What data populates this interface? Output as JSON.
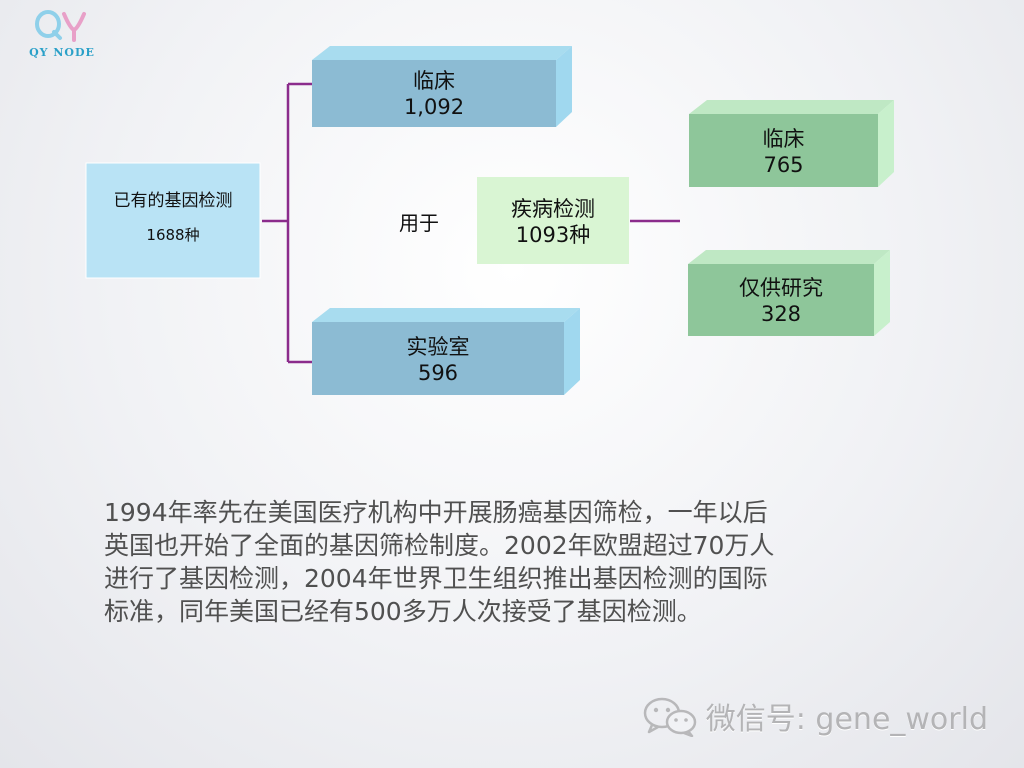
{
  "logo": {
    "text": "QY NODE"
  },
  "diagram": {
    "root": {
      "title": "已有的基因检测",
      "count": "1688种"
    },
    "clinical_lab": {
      "title": "临床",
      "count": "1,092"
    },
    "lab": {
      "title": "实验室",
      "count": "596"
    },
    "used_for": "用于",
    "disease": {
      "title": "疾病检测",
      "count": "1093种"
    },
    "clinical_use": {
      "title": "临床",
      "count": "765"
    },
    "research_only": {
      "title": "仅供研究",
      "count": "328"
    }
  },
  "paragraph": {
    "lines": [
      "1994年率先在美国医疗机构中开展肠癌基因筛检，一年以后",
      "英国也开始了全面的基因筛检制度。2002年欧盟超过70万人",
      "进行了基因检测，2004年世界卫生组织推出基因检测的国际",
      "标准，同年美国已经有500多万人次接受了基因检测。"
    ]
  },
  "watermark": {
    "text": "微信号: gene_world"
  },
  "colors": {
    "root_fill": "#b9e3f5",
    "blue_box": "#8cbbd3",
    "green_light": "#d9f5d3",
    "green_box": "#8ec69a",
    "connector": "#8b2c8c"
  }
}
